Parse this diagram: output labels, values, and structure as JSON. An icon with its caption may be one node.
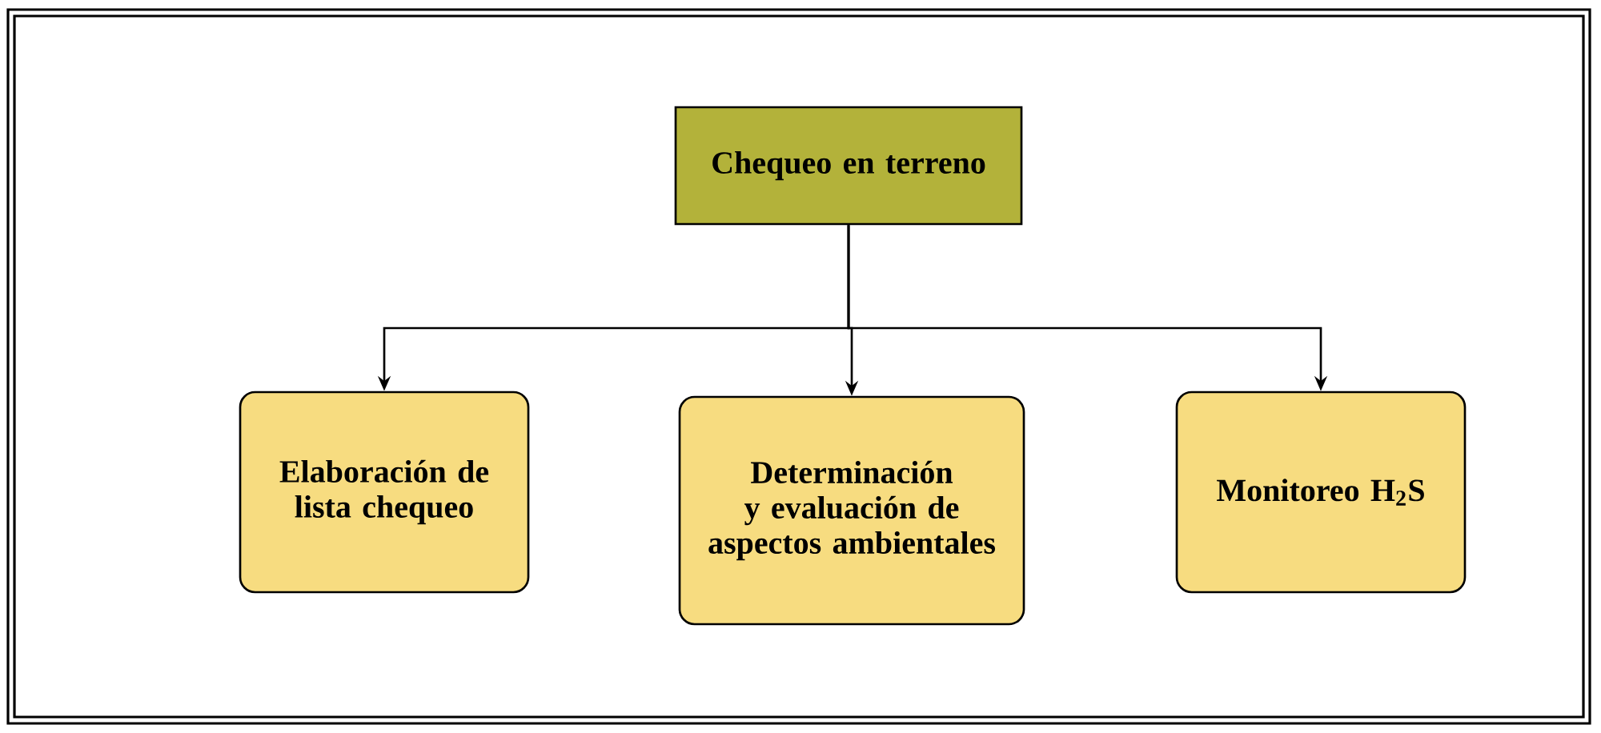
{
  "diagram": {
    "nodes": [
      {
        "text": [
          "Chequeo en terreno"
        ]
      },
      {
        "text": [
          "Elaboración de lista chequeo"
        ]
      },
      {
        "text": [
          "Determinación y evaluación de aspectos ambientales"
        ]
      },
      {
        "text": [
          "Monitoreo H$_{2}$S"
        ]
      }
    ],
    "edges": [
      {
        "from": 0,
        "to": 1,
        "arrow": "to"
      },
      {
        "from": 0,
        "to": 2,
        "arrow": "to"
      },
      {
        "from": 0,
        "to": 3,
        "arrow": "to"
      }
    ]
  }
}
